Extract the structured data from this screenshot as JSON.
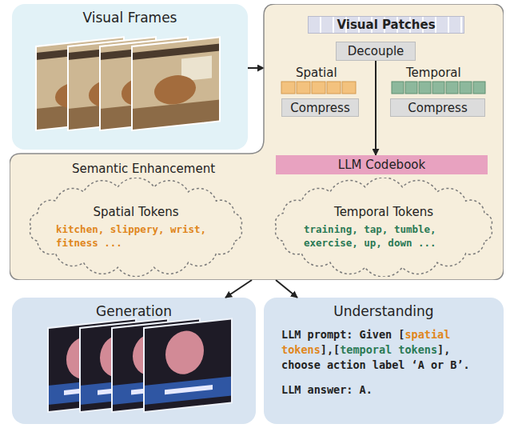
{
  "diagram": {
    "nodes": [
      {
        "text": [
          "Visual Frames"
        ]
      },
      {
        "text": [
          "Semantic Enhancement"
        ]
      },
      {
        "text": [
          "Visual Patches"
        ],
        "in": 1
      },
      {
        "text": [
          "Decouple"
        ],
        "in": 1
      },
      {
        "text": [
          "Compress"
        ],
        "in": 1
      },
      {
        "text": [
          "Compress"
        ],
        "in": 1
      },
      {
        "text": [
          "LLM Codebook"
        ],
        "in": 1
      },
      {
        "text": [
          "Spatial Tokens",
          "kitchen, slippery, wrist, fitness ..."
        ],
        "in": 1
      },
      {
        "text": [
          "Temporal Tokens",
          "training, tap, tumble, exercise, up, down ..."
        ],
        "in": 1
      },
      {
        "text": [
          "Generation"
        ]
      },
      {
        "text": [
          "Understanding",
          "LLM prompt: Given [",
          "spatial tokens",
          "],[",
          "temporal tokens",
          "], choose action label ‘A or B’.",
          "LLM answer: A."
        ]
      }
    ],
    "edges": [
      {
        "from": 0,
        "to": 1,
        "arrow": "to"
      },
      {
        "from": 3,
        "to": 6,
        "arrow": "to"
      },
      {
        "from": 1,
        "to": 9,
        "arrow": "to"
      },
      {
        "from": 1,
        "to": 10,
        "arrow": "to"
      }
    ],
    "labels": [
      "Spatial",
      "Temporal"
    ]
  }
}
